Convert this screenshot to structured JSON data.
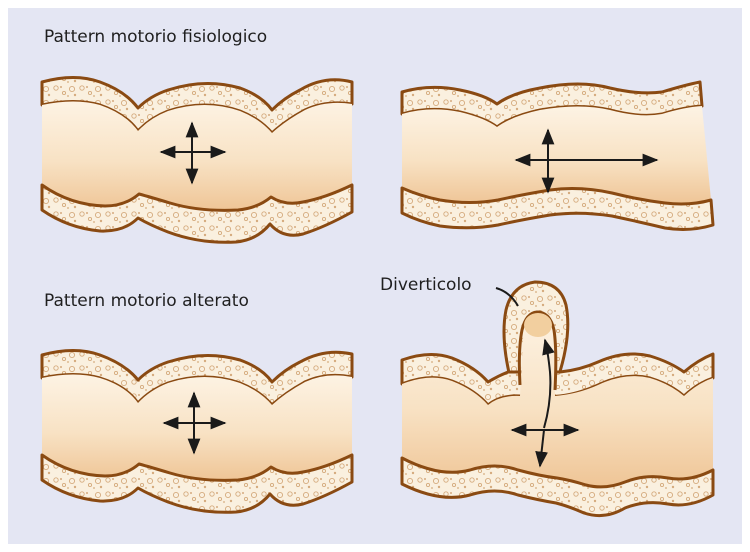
{
  "labels": {
    "physiological": "Pattern motorio fisiologico",
    "altered": "Pattern motorio alterato",
    "diverticulum": "Diverticolo"
  },
  "colors": {
    "background": "#e4e6f3",
    "wall_fill": "#faf0df",
    "wall_outline": "#8a4a12",
    "lumen_light": "#fdf2e2",
    "lumen_mid": "#f6dcbb",
    "lumen_dark": "#efc596",
    "arrow": "#1a1a1a",
    "granules": "#d9b489"
  }
}
